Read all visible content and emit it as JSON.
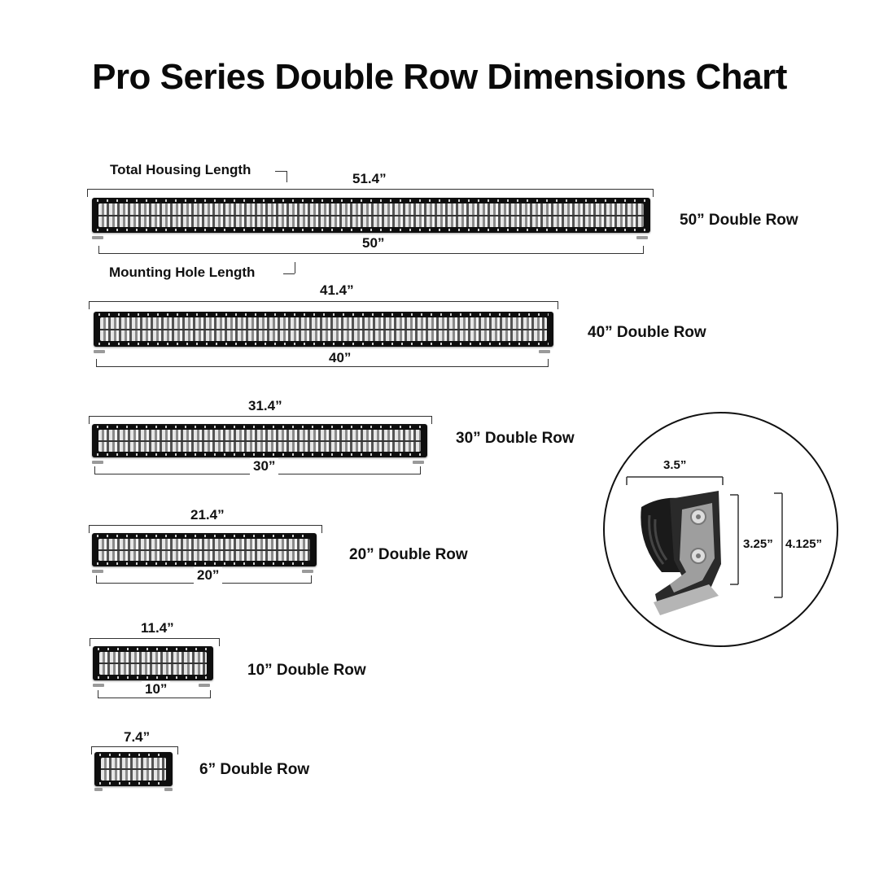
{
  "title": "Pro Series Double Row Dimensions Chart",
  "callouts": {
    "total_housing_length": "Total Housing Length",
    "mounting_hole_length": "Mounting Hole Length"
  },
  "bars": [
    {
      "name": "50” Double Row",
      "housing": "51.4”",
      "mounting": "50”"
    },
    {
      "name": "40” Double Row",
      "housing": "41.4”",
      "mounting": "40”"
    },
    {
      "name": "30” Double Row",
      "housing": "31.4”",
      "mounting": "30”"
    },
    {
      "name": "20” Double Row",
      "housing": "21.4”",
      "mounting": "20”"
    },
    {
      "name": "10” Double Row",
      "housing": "11.4”",
      "mounting": "10”"
    },
    {
      "name": "6” Double Row",
      "housing": "7.4”"
    }
  ],
  "bracket_detail": {
    "width": "3.5”",
    "height_inner": "3.25”",
    "height_outer": "4.125”"
  },
  "colors": {
    "housing": "#0e0e0e",
    "lens": "#e6e6e6",
    "bracket": "#9a9a9a"
  }
}
